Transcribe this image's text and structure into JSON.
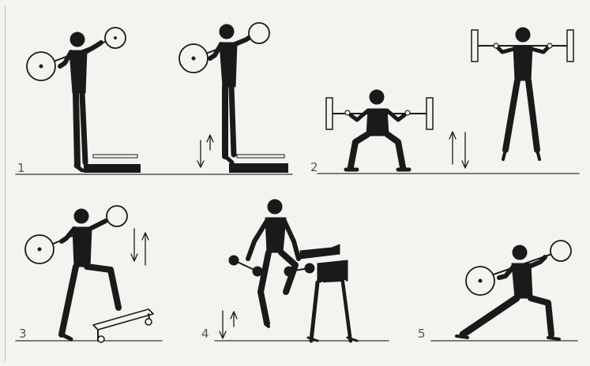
{
  "panels": [
    {
      "id": "1",
      "number": "1",
      "figures": 2
    },
    {
      "id": "2",
      "number": "2",
      "figures": 2
    },
    {
      "id": "3",
      "number": "3",
      "figures": 1
    },
    {
      "id": "4",
      "number": "4",
      "figures": 1
    },
    {
      "id": "5",
      "number": "5",
      "figures": 1
    }
  ],
  "colors": {
    "ink": "#1a1a1a",
    "paper": "#f3f3ef",
    "gray": "#888888"
  },
  "icons": [
    "up-arrow-icon",
    "down-arrow-icon",
    "barbell-plate-icon",
    "dumbbell-icon"
  ]
}
